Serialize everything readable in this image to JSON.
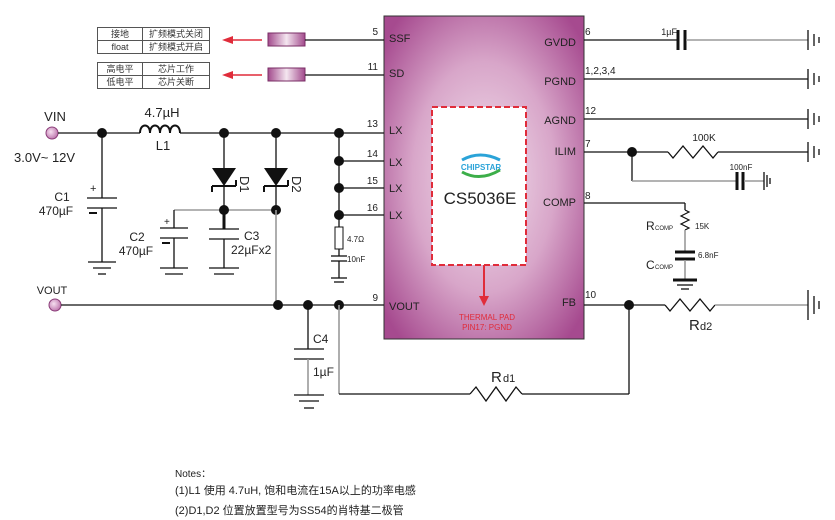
{
  "mode_tables": [
    {
      "name": "ssf-table",
      "rows": [
        [
          "接地",
          "扩频模式关闭"
        ],
        [
          "float",
          "扩频模式开启"
        ]
      ]
    },
    {
      "name": "sd-table",
      "rows": [
        [
          "高电平",
          "芯片工作"
        ],
        [
          "低电平",
          "芯片关断"
        ]
      ]
    }
  ],
  "chip": {
    "brand": "CHIPSTAR",
    "part": "CS5036E",
    "thermal_pad": [
      "THERMAL PAD",
      "PIN17: PGND"
    ],
    "left_pins": [
      {
        "num": "5",
        "name": "SSF"
      },
      {
        "num": "11",
        "name": "SD"
      },
      {
        "num": "13",
        "name": "LX"
      },
      {
        "num": "14",
        "name": "LX"
      },
      {
        "num": "15",
        "name": "LX"
      },
      {
        "num": "16",
        "name": "LX"
      },
      {
        "num": "9",
        "name": "VOUT"
      }
    ],
    "right_pins": [
      {
        "num": "6",
        "name": "GVDD"
      },
      {
        "num": "1,2,3,4",
        "name": "PGND"
      },
      {
        "num": "12",
        "name": "AGND"
      },
      {
        "num": "7",
        "name": "ILIM"
      },
      {
        "num": "8",
        "name": "COMP"
      },
      {
        "num": "10",
        "name": "FB"
      }
    ]
  },
  "terminals": {
    "vin": {
      "label": "VIN",
      "range": "3.0V~ 12V"
    },
    "vout": {
      "label": "VOUT"
    }
  },
  "components": {
    "l1": {
      "ref": "L1",
      "value": "4.7µH"
    },
    "c1": {
      "ref": "C1",
      "value": "470µF"
    },
    "c2": {
      "ref": "C2",
      "value": "470µF"
    },
    "c3": {
      "ref": "C3",
      "value": "22µFx2"
    },
    "c4": {
      "ref": "C4",
      "value": "1µF"
    },
    "d1": {
      "ref": "D1"
    },
    "d2": {
      "ref": "D2"
    },
    "snubber_r": {
      "value": "4.7Ω"
    },
    "snubber_c": {
      "value": "10nF"
    },
    "gvdd_cap": {
      "value": "1µF"
    },
    "ilim_r": {
      "value": "100K"
    },
    "ilim_c": {
      "value": "100nF"
    },
    "rcomp": {
      "ref": "R",
      "sub": "COMP",
      "value": "15K"
    },
    "ccomp": {
      "ref": "C",
      "sub": "COMP",
      "value": "6.8nF"
    },
    "rd1": {
      "ref": "R",
      "sub": "d1"
    },
    "rd2": {
      "ref": "R",
      "sub": "d2"
    }
  },
  "notes": {
    "title": "Notes：",
    "lines": [
      "(1)L1 使用 4.7uH, 饱和电流在15A以上的功率电感",
      "(2)D1,D2 位置放置型号为SS54的肖特基二极管"
    ]
  },
  "colors": {
    "chip_body": "#b0569a",
    "chip_light": "#e6c2dc",
    "thermal": "#e02c3a",
    "logo_blue": "#2aa3d8",
    "logo_green": "#3cae49"
  }
}
